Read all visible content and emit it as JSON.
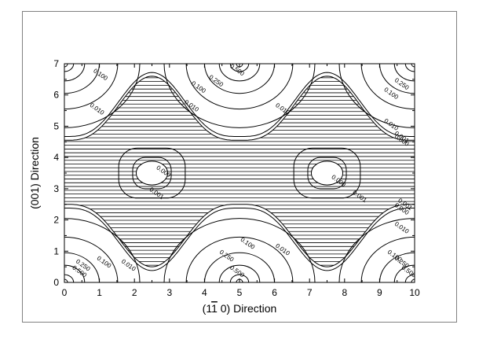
{
  "chart_data": {
    "type": "contour",
    "title": "",
    "xlabel_parts": [
      "(1",
      "1",
      " 0) Direction"
    ],
    "ylabel": "(001) Direction",
    "xlim": [
      0,
      10
    ],
    "ylim": [
      0,
      7
    ],
    "x_ticks": [
      "0",
      "1",
      "2",
      "3",
      "4",
      "5",
      "6",
      "7",
      "8",
      "9",
      "10"
    ],
    "y_ticks": [
      "0",
      "1",
      "2",
      "3",
      "4",
      "5",
      "6",
      "7"
    ],
    "hatched_bands": [
      {
        "y_range": [
          2.5,
          4.5
        ],
        "shape": "horizontal band"
      },
      {
        "shape": "lower lobes",
        "centers_x": [
          2.5,
          7.5
        ],
        "y_range": [
          0.5,
          2.5
        ]
      },
      {
        "shape": "upper lobes",
        "centers_x": [
          2.5,
          7.5
        ],
        "y_range": [
          4.5,
          6.6
        ]
      }
    ],
    "contour_levels": [
      "0.000",
      "0.001",
      "0.010",
      "0.100",
      "0.250",
      "0.500"
    ],
    "contour_labels": [
      {
        "text": "0.500",
        "x": 4.9,
        "y": 6.75
      },
      {
        "text": "0.250",
        "x": 4.3,
        "y": 6.4
      },
      {
        "text": "0.100",
        "x": 3.8,
        "y": 6.2
      },
      {
        "text": "0.100",
        "x": 1.0,
        "y": 6.6
      },
      {
        "text": "0.010",
        "x": 0.9,
        "y": 5.5
      },
      {
        "text": "0.010",
        "x": 3.6,
        "y": 5.6
      },
      {
        "text": "0.010",
        "x": 6.2,
        "y": 5.5
      },
      {
        "text": "0.250",
        "x": 9.6,
        "y": 6.3
      },
      {
        "text": "0.100",
        "x": 9.3,
        "y": 6.0
      },
      {
        "text": "0.010",
        "x": 9.3,
        "y": 5.0
      },
      {
        "text": "0.001",
        "x": 9.6,
        "y": 4.6
      },
      {
        "text": "0.000",
        "x": 9.6,
        "y": 4.5
      },
      {
        "text": "0.000",
        "x": 2.8,
        "y": 3.5
      },
      {
        "text": "0.001",
        "x": 2.6,
        "y": 2.8
      },
      {
        "text": "0.000",
        "x": 7.8,
        "y": 3.2
      },
      {
        "text": "0.001",
        "x": 8.4,
        "y": 2.7
      },
      {
        "text": "0.001",
        "x": 9.7,
        "y": 2.45
      },
      {
        "text": "0.000",
        "x": 9.6,
        "y": 2.3
      },
      {
        "text": "0.010",
        "x": 9.6,
        "y": 1.7
      },
      {
        "text": "0.010",
        "x": 6.2,
        "y": 1.0
      },
      {
        "text": "0.010",
        "x": 1.8,
        "y": 0.5
      },
      {
        "text": "0.100",
        "x": 1.1,
        "y": 0.6
      },
      {
        "text": "0.250",
        "x": 0.5,
        "y": 0.5
      },
      {
        "text": "0.500",
        "x": 0.4,
        "y": 0.3
      },
      {
        "text": "0.250",
        "x": 4.6,
        "y": 0.8
      },
      {
        "text": "0.100",
        "x": 5.2,
        "y": 1.2
      },
      {
        "text": "0.500",
        "x": 4.9,
        "y": 0.3
      },
      {
        "text": "0.100",
        "x": 9.4,
        "y": 0.8
      },
      {
        "text": "0.250",
        "x": 9.6,
        "y": 0.6
      },
      {
        "text": "0.500",
        "x": 9.8,
        "y": 0.3
      }
    ],
    "grid": false,
    "legend": "none",
    "line_color": "#000000",
    "background": "#ffffff"
  }
}
